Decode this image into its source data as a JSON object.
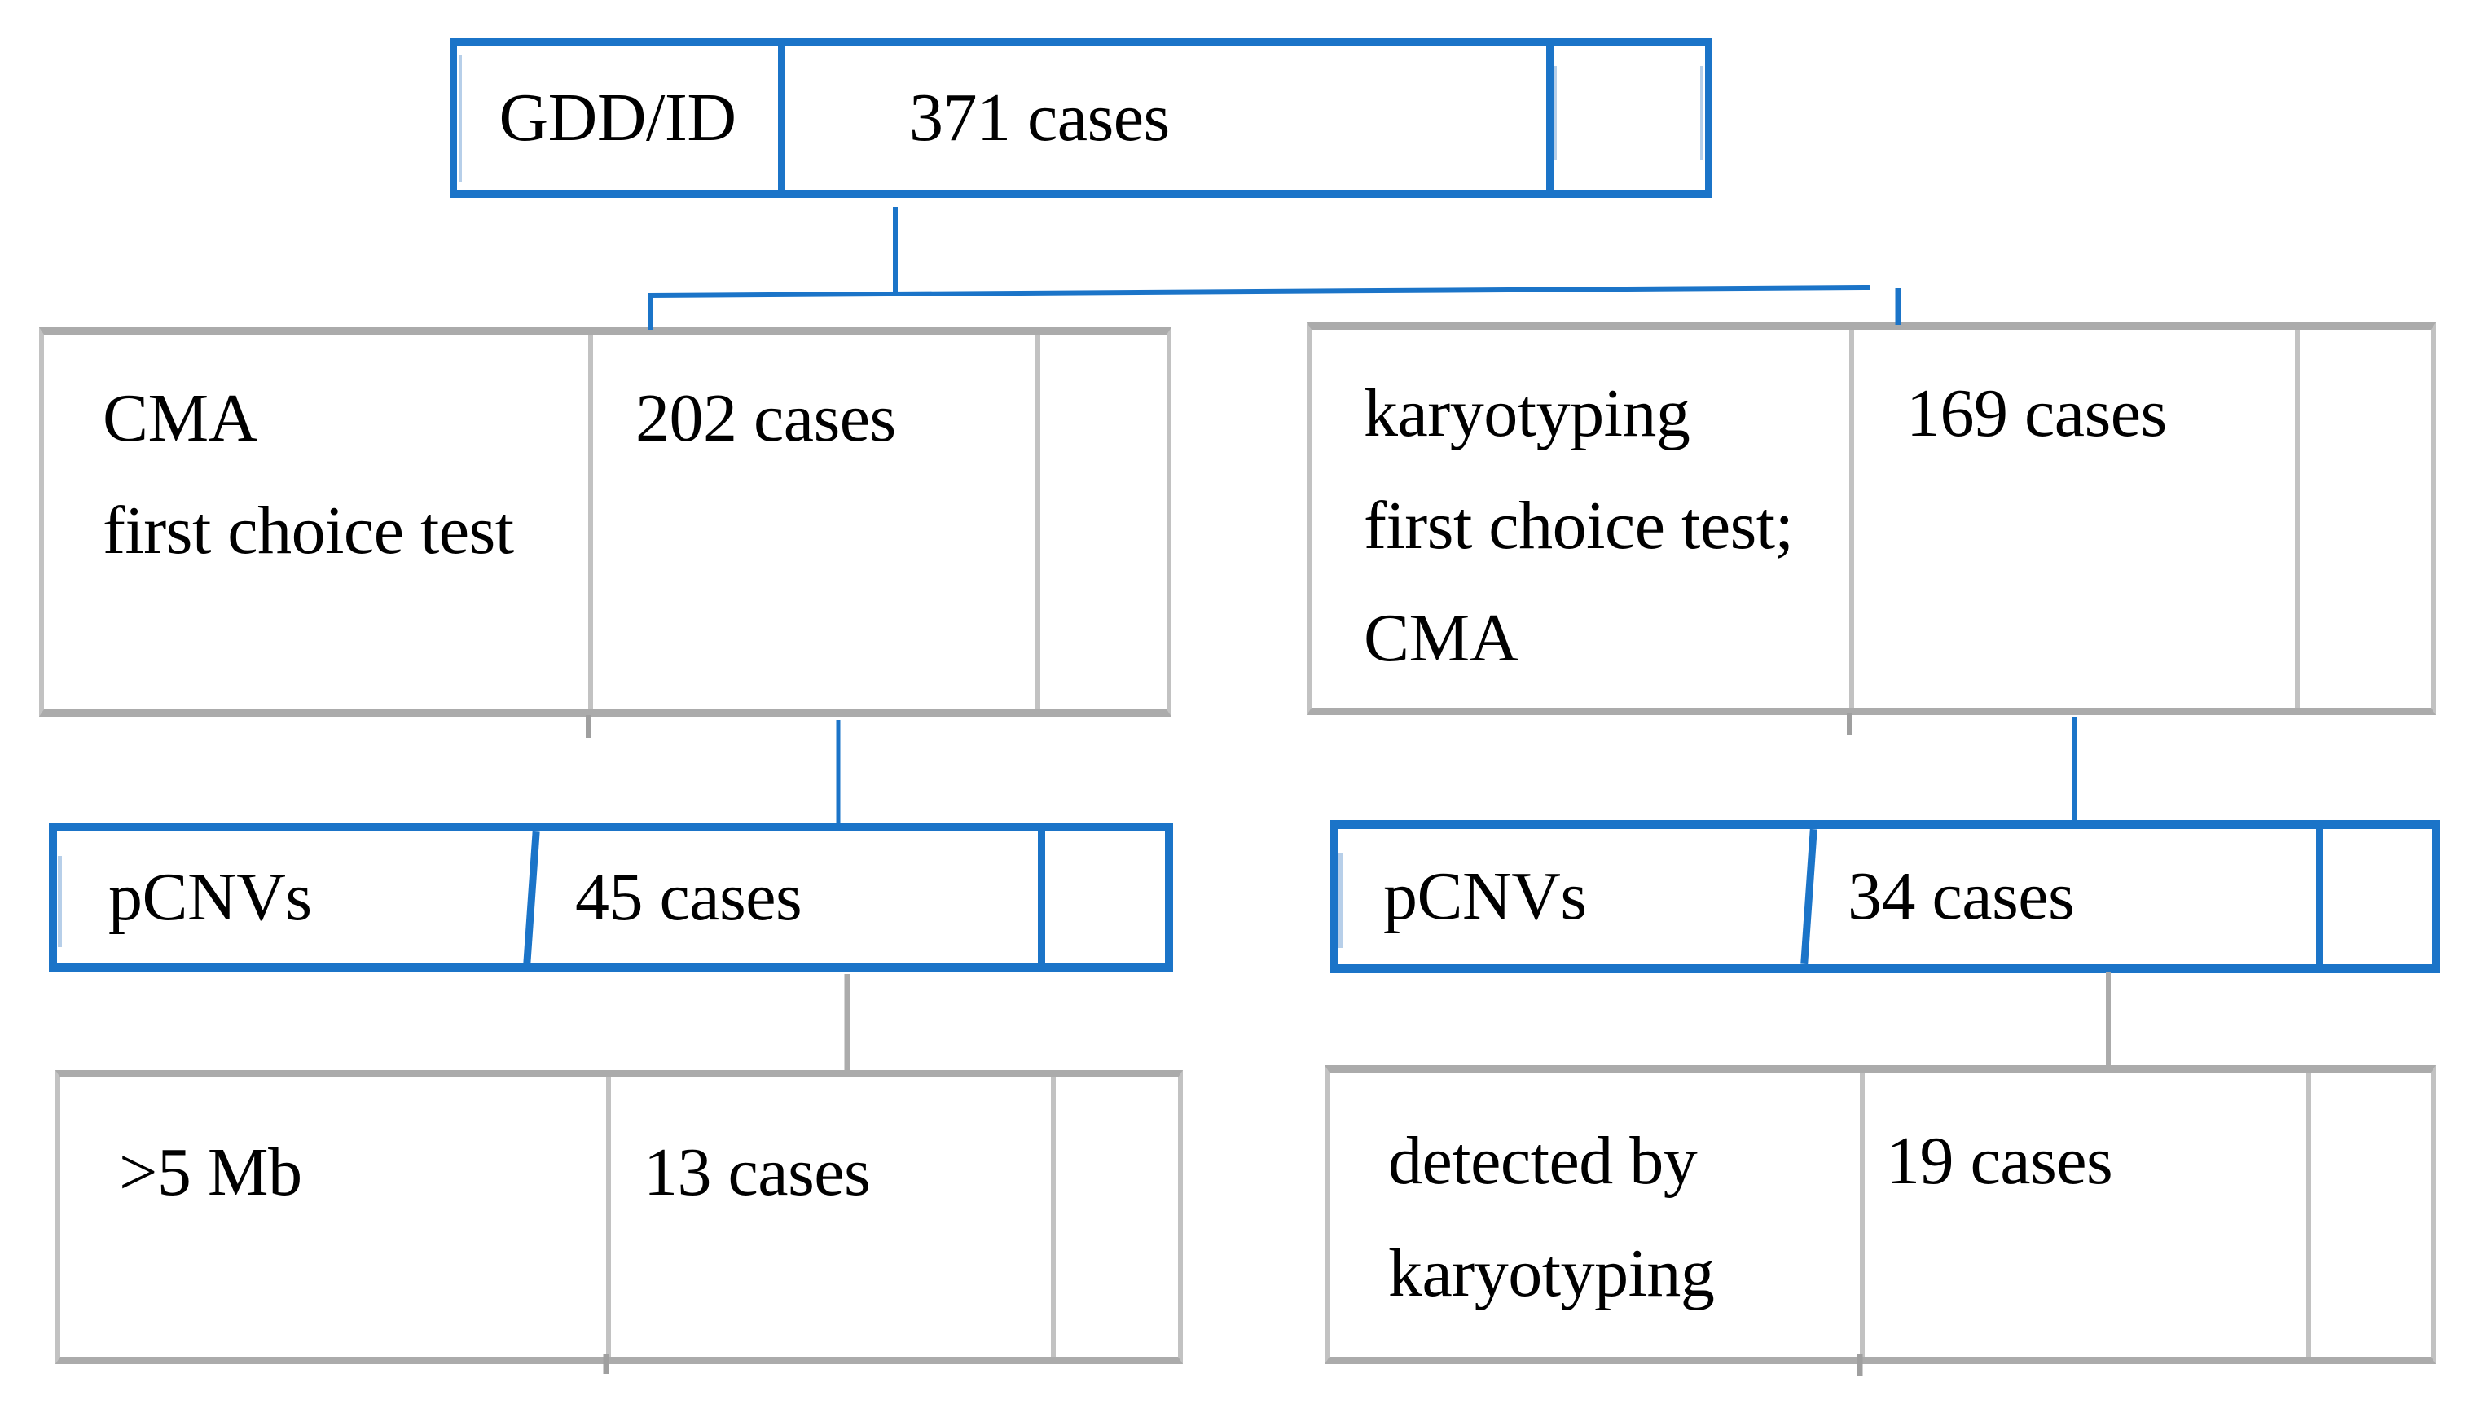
{
  "figure": {
    "type": "flowchart",
    "boxes": {
      "root": {
        "label": "GDD/ID",
        "cases": "371 cases"
      },
      "cma": {
        "label": "CMA\nfirst choice test",
        "cases": "202 cases"
      },
      "karyotyping": {
        "label": "karyotyping\nfirst choice test;\nCMA",
        "cases": "169 cases"
      },
      "pcnvs_left": {
        "label": "pCNVs",
        "cases": "45 cases"
      },
      "pcnvs_right": {
        "label": "pCNVs",
        "cases": "34 cases"
      },
      "gt5mb": {
        "label": ">5 Mb",
        "cases": "13 cases"
      },
      "detected": {
        "label": "detected by\nkaryotyping",
        "cases": "19 cases"
      }
    },
    "colors": {
      "blue": "#1b74c8",
      "blue_light": "#b7cfe9",
      "gray": "#ababab",
      "gray_light": "#c2c2c2",
      "gray_dark": "#9f9f9f",
      "text": "#000000",
      "background": "#ffffff"
    }
  }
}
